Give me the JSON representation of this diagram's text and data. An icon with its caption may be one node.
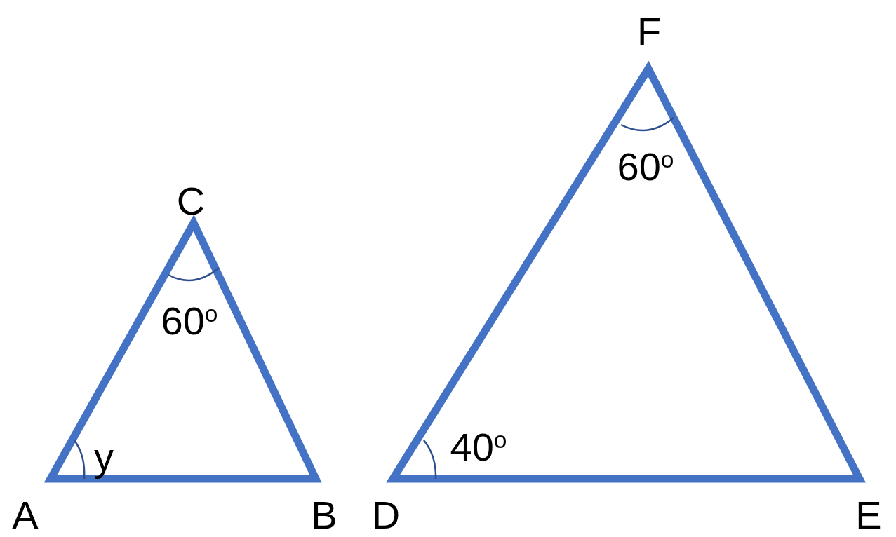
{
  "diagram": {
    "labels": [
      "F",
      "C",
      "60$^{o}$",
      "60$^{o}$",
      "y",
      "40$^{o}$",
      "A",
      "B",
      "D",
      "E"
    ]
  }
}
